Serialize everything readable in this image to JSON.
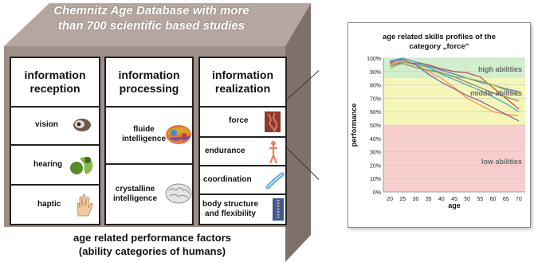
{
  "header": {
    "title": "Chemnitz Age Database with more\nthan 700 scientific based studies"
  },
  "columns": [
    {
      "heading": "information\nreception",
      "items": [
        {
          "label": "vision",
          "icon": "eye-icon"
        },
        {
          "label": "hearing",
          "icon": "ear-icon"
        },
        {
          "label": "haptic",
          "icon": "hand-icon"
        }
      ]
    },
    {
      "heading": "information\nprocessing",
      "items": [
        {
          "label": "fluide\nintelligence",
          "icon": "colored-brain-icon"
        },
        {
          "label": "crystalline\nintelligence",
          "icon": "grey-brain-icon"
        }
      ]
    },
    {
      "heading": "information\nrealization",
      "items": [
        {
          "label": "force",
          "icon": "muscle-icon"
        },
        {
          "label": "endurance",
          "icon": "body-icon"
        },
        {
          "label": "coordination",
          "icon": "skeleton-arm-icon"
        },
        {
          "label": "body structure\nand flexibility",
          "icon": "spine-icon"
        }
      ]
    }
  ],
  "footer": {
    "label": "age related performance factors\n(ability categories of humans)"
  },
  "colors": {
    "box_face": "#9e8f88",
    "box_face_light": "#b5a7a0",
    "high_band": "#d2efcd",
    "middle_band": "#f6f6b8",
    "low_band": "#f8cdcd"
  },
  "chart_data": {
    "type": "line",
    "title": "age related skills profiles of the\ncategory „force“",
    "xlabel": "age",
    "ylabel": "performance",
    "x": [
      20,
      25,
      30,
      35,
      40,
      45,
      50,
      55,
      60,
      65,
      70
    ],
    "xlim": [
      17.5,
      72.5
    ],
    "ylim": [
      0,
      100
    ],
    "yticks": [
      0,
      10,
      20,
      30,
      40,
      50,
      60,
      70,
      80,
      90,
      100
    ],
    "ytick_labels": [
      "0%",
      "10%",
      "20%",
      "30%",
      "40%",
      "50%",
      "60%",
      "70%",
      "80%",
      "90%",
      "100%"
    ],
    "bands": [
      {
        "label": "high abilities",
        "from": 85,
        "to": 100,
        "color": "#d2efcd"
      },
      {
        "label": "middle abilities",
        "from": 50,
        "to": 85,
        "color": "#f6f6b8"
      },
      {
        "label": "low abilities",
        "from": 0,
        "to": 50,
        "color": "#f8cdcd"
      }
    ],
    "series": [
      {
        "color": "#c0504d",
        "values": [
          96,
          100,
          97,
          95,
          92,
          90,
          89,
          86,
          78,
          70,
          62
        ]
      },
      {
        "color": "#4f81bd",
        "values": [
          95,
          97,
          96,
          94,
          91,
          88,
          85,
          82,
          80,
          77,
          75
        ]
      },
      {
        "color": "#9bbb59",
        "values": [
          92,
          97,
          95,
          93,
          89,
          86,
          85,
          83,
          80,
          76,
          72
        ]
      },
      {
        "color": "#f79646",
        "values": [
          95,
          98,
          95,
          90,
          85,
          78,
          70,
          65,
          60,
          58,
          57
        ]
      },
      {
        "color": "#4bacc6",
        "values": [
          98,
          100,
          97,
          93,
          88,
          84,
          80,
          76,
          71,
          66,
          60
        ]
      },
      {
        "color": "#8064a2",
        "values": [
          97,
          99,
          95,
          88,
          82,
          77,
          72,
          68,
          63,
          58,
          53
        ]
      },
      {
        "color": "#948a54",
        "values": [
          94,
          96,
          93,
          91,
          89,
          86,
          82,
          78,
          74,
          71,
          68
        ]
      }
    ]
  }
}
